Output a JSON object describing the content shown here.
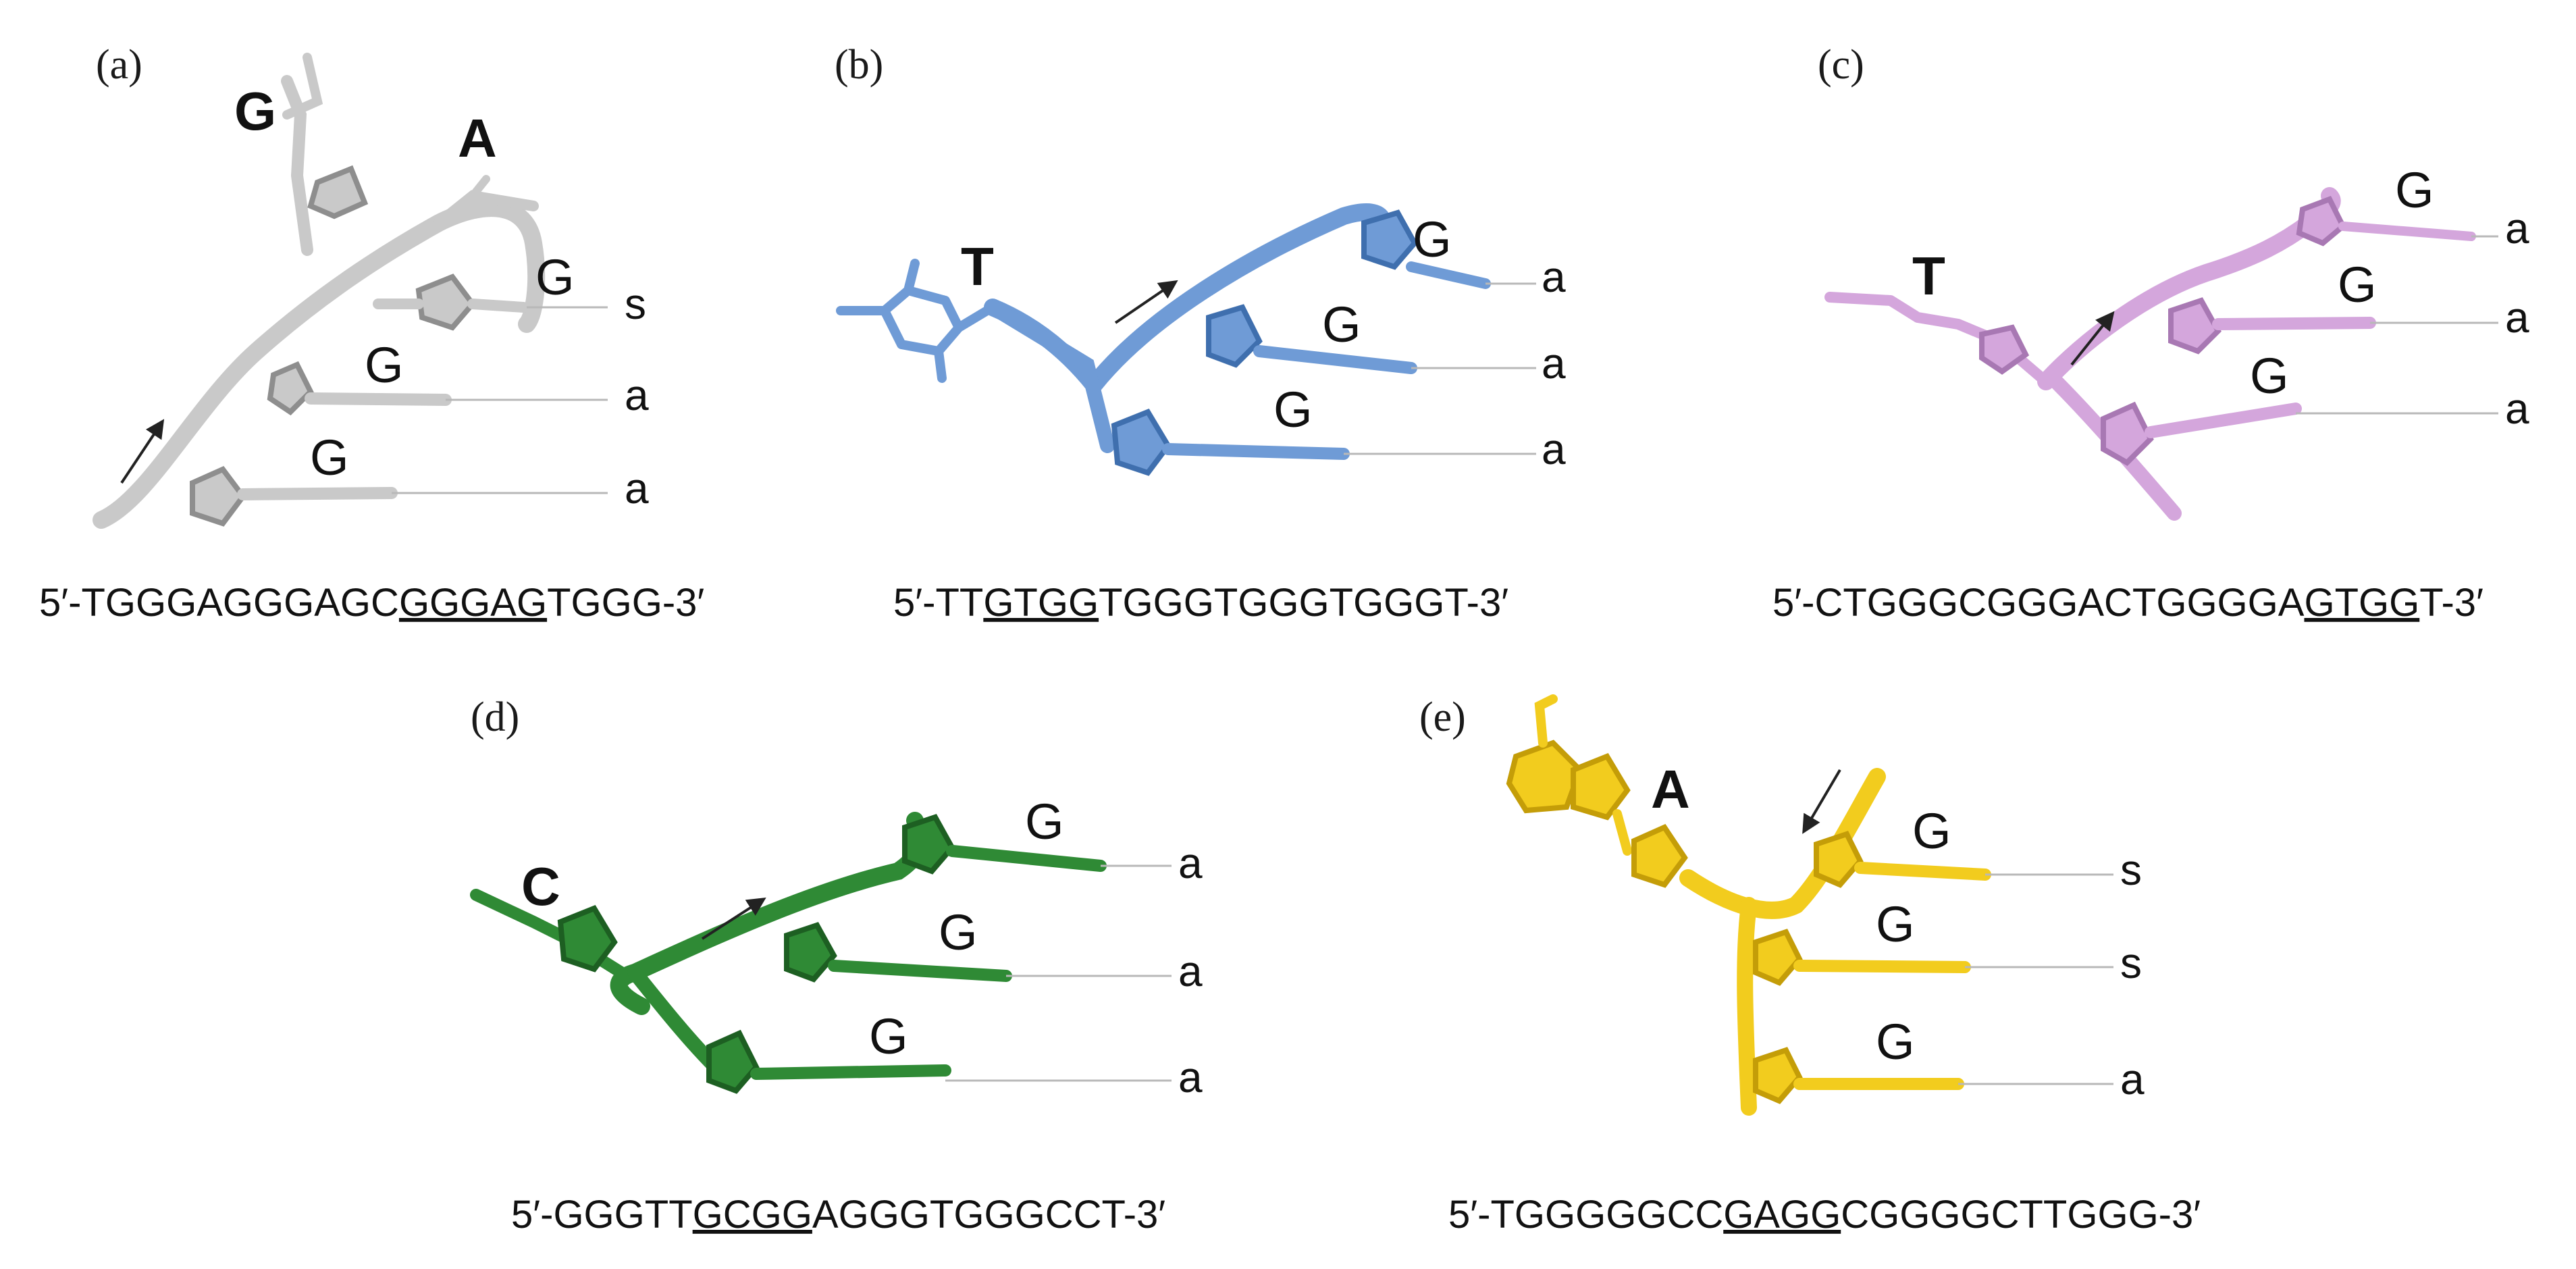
{
  "panels": [
    {
      "id": "a",
      "label": "(a)",
      "color": "#c9c9c9",
      "dark": "#8e8e8e",
      "special": [
        {
          "text": "G"
        },
        {
          "text": "A"
        }
      ],
      "strand_arrow": "up",
      "rows": [
        {
          "base": "G",
          "ann": "s"
        },
        {
          "base": "G",
          "ann": "a"
        },
        {
          "base": "G",
          "ann": "a"
        }
      ],
      "seq": {
        "pre": "5′-TGGGAGGGAGC",
        "ul": "GGGAG",
        "post": "TGGG-3′"
      }
    },
    {
      "id": "b",
      "label": "(b)",
      "color": "#6f9bd6",
      "dark": "#3f6fae",
      "special": [
        {
          "text": "T"
        }
      ],
      "strand_arrow": "right",
      "rows": [
        {
          "base": "G",
          "ann": "a"
        },
        {
          "base": "G",
          "ann": "a"
        },
        {
          "base": "G",
          "ann": "a"
        }
      ],
      "seq": {
        "pre": "5′-TT",
        "ul": "GTGG",
        "post": "TGGGTGGGTGGGT-3′"
      }
    },
    {
      "id": "c",
      "label": "(c)",
      "color": "#d4a6dc",
      "dark": "#a878b3",
      "special": [
        {
          "text": "T"
        }
      ],
      "strand_arrow": "right",
      "rows": [
        {
          "base": "G",
          "ann": "a"
        },
        {
          "base": "G",
          "ann": "a"
        },
        {
          "base": "G",
          "ann": "a"
        }
      ],
      "seq": {
        "pre": "5′-CTGGGCGGGACTGGGGA",
        "ul": "GTGG",
        "post": "T-3′"
      }
    },
    {
      "id": "d",
      "label": "(d)",
      "color": "#2f8a35",
      "dark": "#1d5f22",
      "special": [
        {
          "text": "C"
        }
      ],
      "strand_arrow": "right",
      "rows": [
        {
          "base": "G",
          "ann": "a"
        },
        {
          "base": "G",
          "ann": "a"
        },
        {
          "base": "G",
          "ann": "a"
        }
      ],
      "seq": {
        "pre": "5′-GGGTT",
        "ul": "GCGG",
        "post": "AGGGTGGGCCT-3′"
      }
    },
    {
      "id": "e",
      "label": "(e)",
      "color": "#f2cc1e",
      "dark": "#c49d08",
      "special": [
        {
          "text": "A"
        }
      ],
      "strand_arrow": "down",
      "rows": [
        {
          "base": "G",
          "ann": "s"
        },
        {
          "base": "G",
          "ann": "s"
        },
        {
          "base": "G",
          "ann": "a"
        }
      ],
      "seq": {
        "pre": "5′-TGGGGGCC",
        "ul": "GAGG",
        "post": "CGGGGCTTGGG-3′"
      }
    }
  ]
}
